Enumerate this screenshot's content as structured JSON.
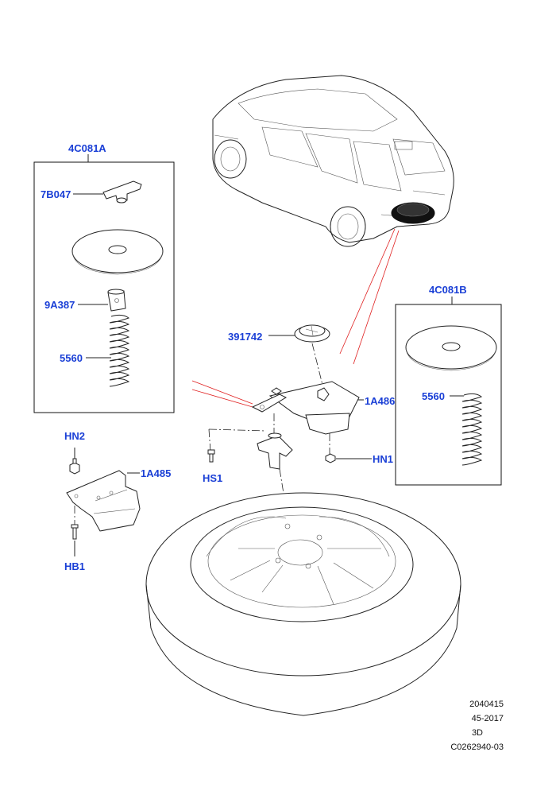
{
  "groups": {
    "a": "4C081A",
    "b": "4C081B"
  },
  "labels": {
    "p7B047": "7B047",
    "p9A387": "9A387",
    "p5560a": "5560",
    "p5560b": "5560",
    "p391742": "391742",
    "p1A486": "1A486",
    "pHN1": "HN1",
    "pHS1": "HS1",
    "pHN2": "HN2",
    "p1A485": "1A485",
    "pHB1": "HB1"
  },
  "footer": {
    "line1": "2040415",
    "line2": "45-2017",
    "line3": "3D",
    "line4": "C0262940-03"
  },
  "colors": {
    "label": "#1a3fd6",
    "leader_red": "#e02020",
    "line": "#222222"
  }
}
